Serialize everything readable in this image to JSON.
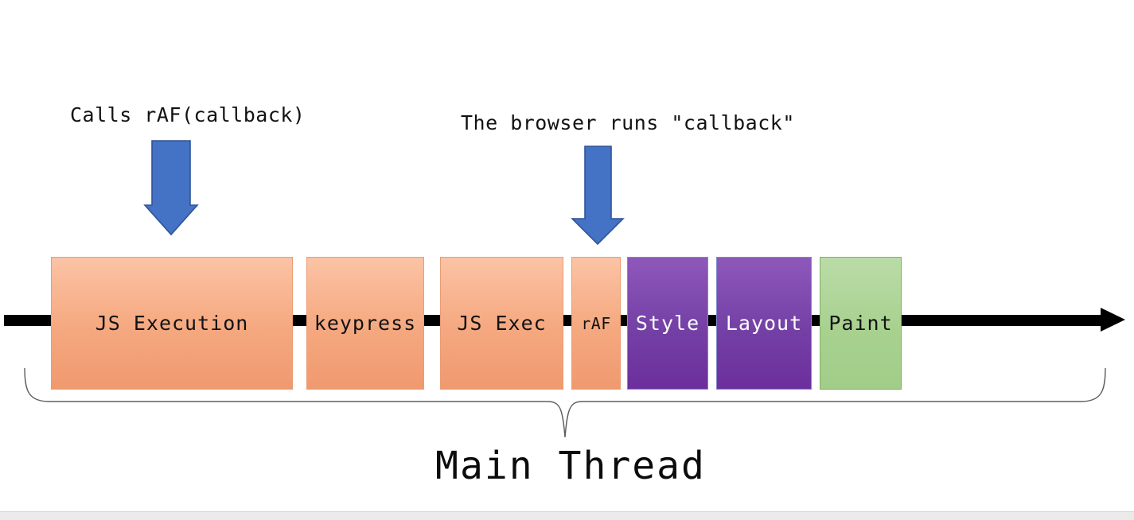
{
  "diagram": {
    "annotations": {
      "raf_call": "Calls rAF(callback)",
      "callback_run": "The browser runs \"callback\""
    },
    "timeline": {
      "blocks": [
        {
          "label": "JS Execution",
          "kind": "script"
        },
        {
          "label": "keypress",
          "kind": "script"
        },
        {
          "label": "JS Exec",
          "kind": "script"
        },
        {
          "label": "rAF",
          "kind": "script"
        },
        {
          "label": "Style",
          "kind": "render"
        },
        {
          "label": "Layout",
          "kind": "render"
        },
        {
          "label": "Paint",
          "kind": "paint"
        }
      ]
    },
    "brace_label": "Main Thread",
    "colors": {
      "script_block": "#F5A87F",
      "render_block": "#7440A5",
      "paint_block": "#A8D18F",
      "annotation_arrow": "#4472C4",
      "annotation_arrow_border": "#2F5597",
      "timeline_axis": "#000000",
      "brace": "#5E5E5E"
    }
  }
}
